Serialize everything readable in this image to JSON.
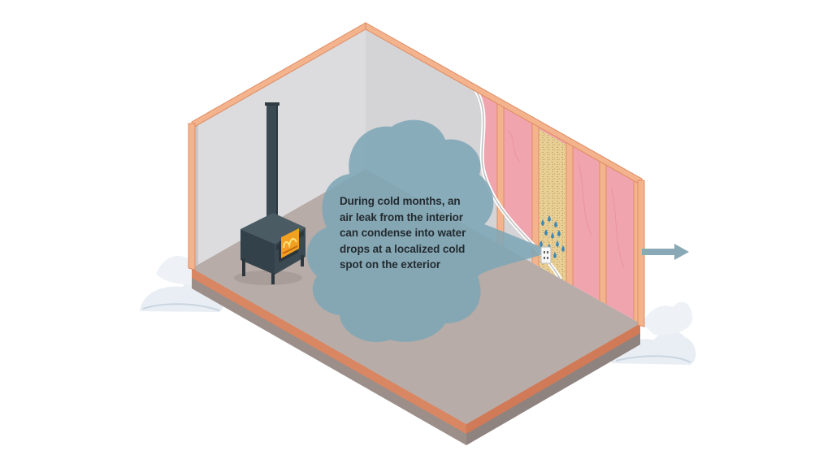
{
  "callout": {
    "lines": [
      "During cold months, an",
      "air leak from the interior",
      "can condense into water",
      "drops at a localized cold",
      "spot on the exterior"
    ]
  },
  "colors": {
    "floor": "#b7aca7",
    "left_wall": "#dcdcde",
    "back_wall": "#d4d4d6",
    "framing": "#f3b48d",
    "framing_edge": "#e08b63",
    "insulation": "#f0a4ae",
    "sheathing": "#e8cf95",
    "air_cloud": "#7ea6b6",
    "stove": "#3b4a52",
    "flame": "#f1a020",
    "snow": "#e9eef4",
    "arrow": "#8aa9b6",
    "water_drop": "#3a87b8"
  },
  "icons": [
    "wood-stove-icon",
    "air-cloud-icon",
    "water-drop-icon",
    "electrical-outlet-icon",
    "snow-drift-icon",
    "exit-arrow-icon"
  ]
}
